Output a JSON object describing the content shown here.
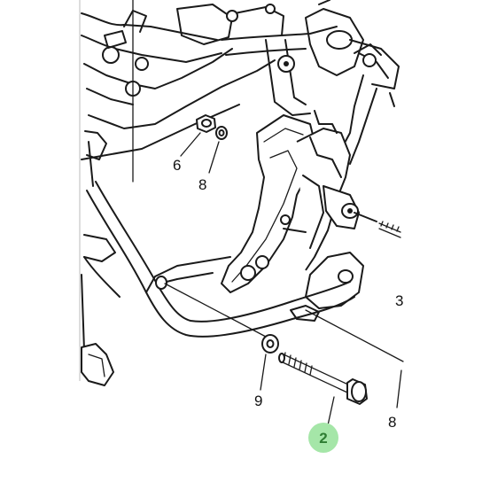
{
  "callouts": {
    "nut_upper": "6",
    "washer_upper": "8",
    "washer_lower": "9",
    "bolt_main": "2",
    "washer_right": "8",
    "partial_right": "3"
  },
  "colors": {
    "line": "#1a1a1a",
    "background": "#ffffff",
    "highlight_fill": "#a5e6a8",
    "highlight_text": "#2e7d32"
  }
}
